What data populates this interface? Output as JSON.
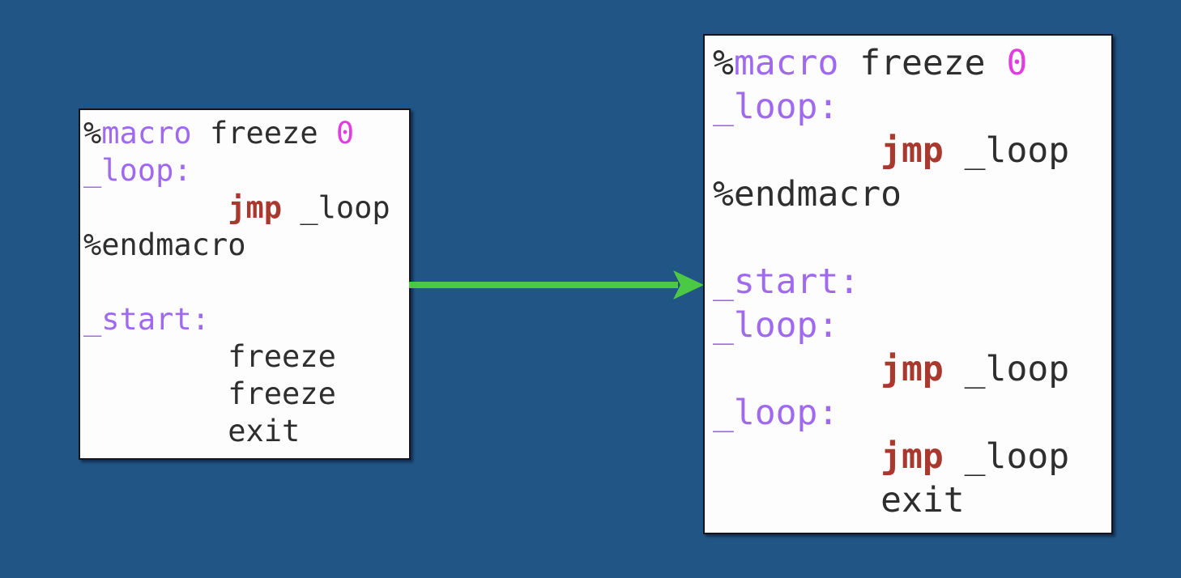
{
  "diagram": {
    "description_label": "nasm-macro-expansion"
  },
  "colors": {
    "background": "#215585",
    "panel_bg": "#fdfdfd",
    "panel_border": "#15151f",
    "token_default": "#2e2e2e",
    "token_keyword": "#a06af0",
    "token_number": "#e23ce2",
    "token_instruction": "#a9392f",
    "arrow": "#4cc944"
  },
  "left_panel": {
    "lines": [
      {
        "tokens": [
          {
            "t": "%",
            "c": "default"
          },
          {
            "t": "macro",
            "c": "keyword"
          },
          {
            "t": " freeze ",
            "c": "default"
          },
          {
            "t": "0",
            "c": "number"
          }
        ]
      },
      {
        "tokens": [
          {
            "t": "_loop:",
            "c": "keyword"
          }
        ]
      },
      {
        "tokens": [
          {
            "t": "        ",
            "c": "default"
          },
          {
            "t": "jmp",
            "c": "instruction"
          },
          {
            "t": " _loop",
            "c": "default"
          }
        ]
      },
      {
        "tokens": [
          {
            "t": "%endmacro",
            "c": "default"
          }
        ]
      },
      {
        "tokens": []
      },
      {
        "tokens": [
          {
            "t": "_start:",
            "c": "keyword"
          }
        ]
      },
      {
        "tokens": [
          {
            "t": "        freeze",
            "c": "default"
          }
        ]
      },
      {
        "tokens": [
          {
            "t": "        freeze",
            "c": "default"
          }
        ]
      },
      {
        "tokens": [
          {
            "t": "        exit",
            "c": "default"
          }
        ]
      }
    ]
  },
  "right_panel": {
    "lines": [
      {
        "tokens": [
          {
            "t": "%",
            "c": "default"
          },
          {
            "t": "macro",
            "c": "keyword"
          },
          {
            "t": " freeze ",
            "c": "default"
          },
          {
            "t": "0",
            "c": "number"
          }
        ]
      },
      {
        "tokens": [
          {
            "t": "_loop:",
            "c": "keyword"
          }
        ]
      },
      {
        "tokens": [
          {
            "t": "        ",
            "c": "default"
          },
          {
            "t": "jmp",
            "c": "instruction"
          },
          {
            "t": " _loop",
            "c": "default"
          }
        ]
      },
      {
        "tokens": [
          {
            "t": "%endmacro",
            "c": "default"
          }
        ]
      },
      {
        "tokens": []
      },
      {
        "tokens": [
          {
            "t": "_start:",
            "c": "keyword"
          }
        ]
      },
      {
        "tokens": [
          {
            "t": "_loop:",
            "c": "keyword"
          }
        ]
      },
      {
        "tokens": [
          {
            "t": "        ",
            "c": "default"
          },
          {
            "t": "jmp",
            "c": "instruction"
          },
          {
            "t": " _loop",
            "c": "default"
          }
        ]
      },
      {
        "tokens": [
          {
            "t": "_loop:",
            "c": "keyword"
          }
        ]
      },
      {
        "tokens": [
          {
            "t": "        ",
            "c": "default"
          },
          {
            "t": "jmp",
            "c": "instruction"
          },
          {
            "t": " _loop",
            "c": "default"
          }
        ]
      },
      {
        "tokens": [
          {
            "t": "        exit",
            "c": "default"
          }
        ]
      }
    ]
  }
}
